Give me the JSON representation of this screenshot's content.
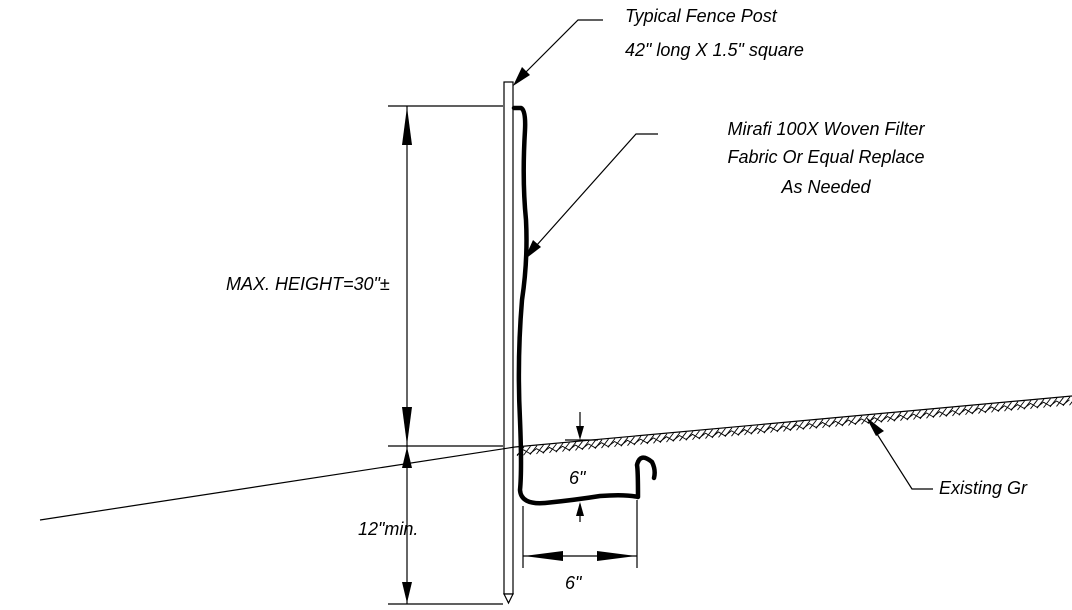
{
  "labels": {
    "post_title": "Typical Fence Post",
    "post_size": "42\" long X 1.5\" square",
    "fabric_line1": "Mirafi 100X Woven Filter",
    "fabric_line2": "Fabric Or Equal Replace",
    "fabric_line3": "As Needed",
    "max_height": "MAX. HEIGHT=30\"±",
    "embed_min": "12\"min.",
    "trench_depth": "6\"",
    "trench_width": "6\"",
    "existing_grade": "Existing Gr"
  },
  "colors": {
    "line": "#000000",
    "background": "#ffffff"
  }
}
